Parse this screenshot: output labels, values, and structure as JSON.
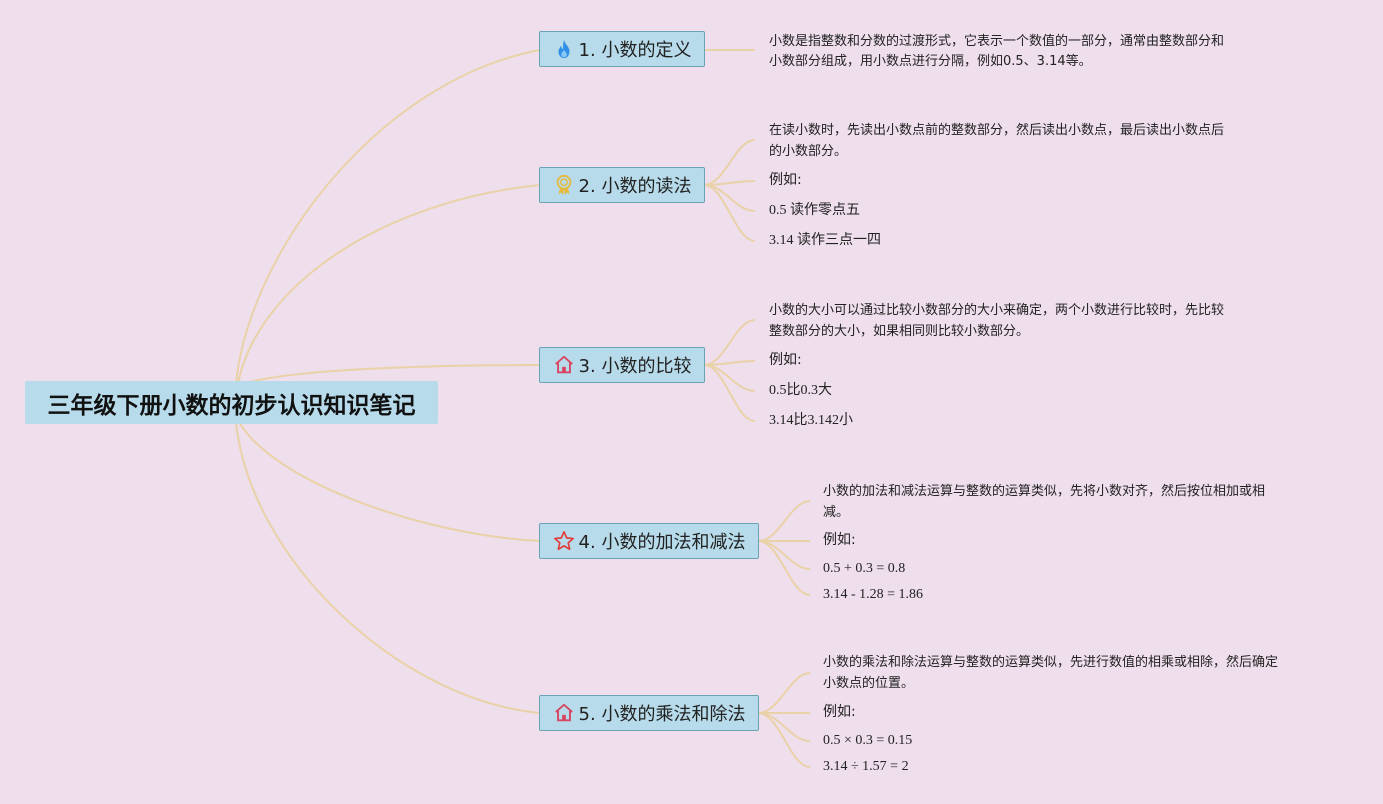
{
  "root": {
    "title": "三年级下册小数的初步认识知识笔记"
  },
  "topics": [
    {
      "label": "1. 小数的定义",
      "icon": "fire-icon",
      "notes": [
        "小数是指整数和分数的过渡形式，它表示一个数值的一部分，通常由整数部分和",
        "小数部分组成，用小数点进行分隔，例如0.5、3.14等。"
      ]
    },
    {
      "label": "2. 小数的读法",
      "icon": "medal-icon",
      "notes": [
        "在读小数时，先读出小数点前的整数部分，然后读出小数点，最后读出小数点后",
        "的小数部分。",
        "例如:",
        "0.5 读作零点五",
        "3.14 读作三点一四"
      ]
    },
    {
      "label": "3. 小数的比较",
      "icon": "house-icon",
      "notes": [
        "小数的大小可以通过比较小数部分的大小来确定，两个小数进行比较时，先比较",
        "整数部分的大小，如果相同则比较小数部分。",
        "例如:",
        "0.5比0.3大",
        "3.14比3.142小"
      ]
    },
    {
      "label": "4. 小数的加法和减法",
      "icon": "star-icon",
      "notes": [
        "小数的加法和减法运算与整数的运算类似，先将小数对齐，然后按位相加或相",
        "减。",
        "例如:",
        "0.5 + 0.3 = 0.8",
        "3.14 - 1.28 = 1.86"
      ]
    },
    {
      "label": "5. 小数的乘法和除法",
      "icon": "house-icon",
      "notes": [
        "小数的乘法和除法运算与整数的运算类似，先进行数值的相乘或相除，然后确定",
        "小数点的位置。",
        "例如:",
        "0.5 × 0.3 = 0.15",
        "3.14 ÷ 1.57 = 2"
      ]
    }
  ],
  "colors": {
    "background": "#efdeec",
    "node_fill": "#b7dbea",
    "node_border": "#6aa3b3",
    "connector": "#e9d2a8",
    "fire": "#2f8fe6",
    "medal": "#e6b93a",
    "house": "#d8435f",
    "star": "#e13b3b"
  }
}
